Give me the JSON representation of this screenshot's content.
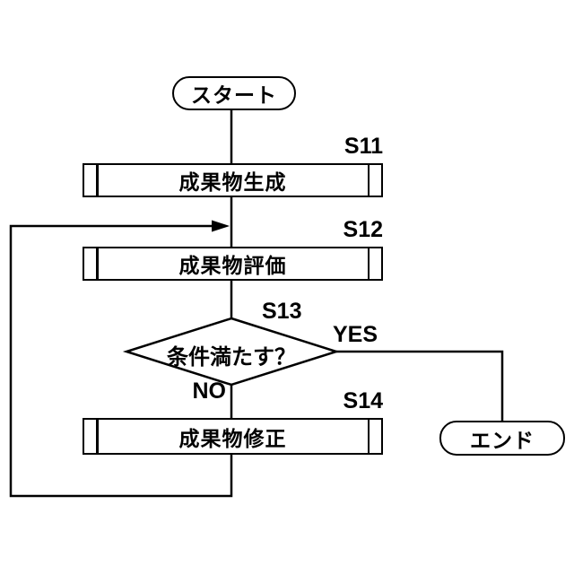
{
  "diagram": {
    "type": "flowchart",
    "background_color": "#ffffff",
    "line_color": "#000000",
    "nodes": {
      "start": {
        "type": "terminator",
        "label": "スタート"
      },
      "s11": {
        "step": "S11",
        "type": "predefined-process",
        "label": "成果物生成"
      },
      "s12": {
        "step": "S12",
        "type": "predefined-process",
        "label": "成果物評価"
      },
      "s13": {
        "step": "S13",
        "type": "decision",
        "label": "条件満たす？"
      },
      "s14": {
        "step": "S14",
        "type": "predefined-process",
        "label": "成果物修正"
      },
      "end": {
        "type": "terminator",
        "label": "エンド"
      }
    },
    "branch_labels": {
      "yes": "YES",
      "no": "NO"
    },
    "edges": [
      {
        "from": "start",
        "to": "S11"
      },
      {
        "from": "S11",
        "to": "S12"
      },
      {
        "from": "S12",
        "to": "S13"
      },
      {
        "from": "S13",
        "to": "end",
        "label": "YES"
      },
      {
        "from": "S13",
        "to": "S14",
        "label": "NO"
      },
      {
        "from": "S14",
        "to": "S12",
        "note": "loop-back with arrowhead"
      }
    ]
  }
}
